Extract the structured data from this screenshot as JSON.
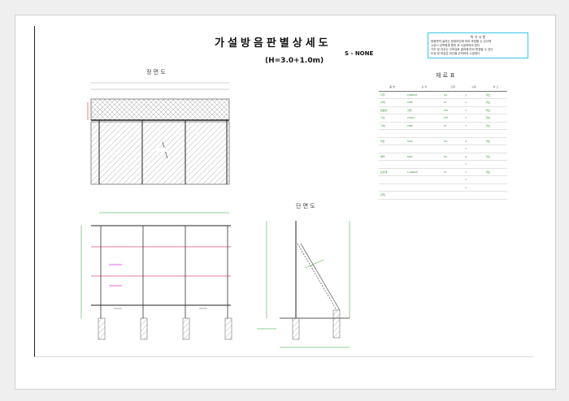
{
  "drawing": {
    "title": "가설방음판별상세도",
    "subtitle": "(H=3.0+1.0m)",
    "scale": "S - NONE",
    "views": {
      "elevation": "정 면 도",
      "materials": "재 료 표",
      "section": "단 면 도"
    },
    "note": {
      "title": "특 기 사 항",
      "lines": [
        "방음판의 설치는 현장여건에 따라 조정할 수 있으며",
        "시공시 감독원과 협의 후 시공하여야 한다",
        "기초 및 지주는 구조검토 결과에 따라 변경될 수 있다",
        "도장 및 마감은 미관을 고려하여 시공한다"
      ]
    },
    "materials": {
      "headers": [
        "품 명",
        "규 격",
        "단위",
        "수량",
        "비 고"
      ],
      "rows": [
        [
          "지주",
          "H-BEAM",
          "EA",
          "1",
          "개소"
        ],
        [
          "횡대",
          "PIPE",
          "M",
          "1",
          "개소"
        ],
        [
          "방음판",
          "강판",
          "M2",
          "1",
          "개소"
        ],
        [
          "기초",
          "CON'C",
          "M3",
          "1",
          "개소"
        ],
        [
          "가새",
          "PIPE",
          "M",
          "1",
          "개소"
        ],
        [
          "",
          "",
          "",
          "",
          ""
        ],
        [
          "볼트",
          "M16",
          "EA",
          "4",
          "개소"
        ],
        [
          "",
          "",
          "",
          "1",
          ""
        ],
        [
          "앵커",
          "M20",
          "EA",
          "4",
          "개소"
        ],
        [
          "",
          "",
          "",
          "1",
          ""
        ],
        [
          "보강재",
          "L-ANGLE",
          "M",
          "1",
          "개소"
        ],
        [
          "",
          "",
          "",
          "1",
          ""
        ],
        [
          "",
          "",
          "",
          "1",
          ""
        ],
        [
          "합계",
          "",
          "",
          "",
          ""
        ]
      ]
    }
  }
}
